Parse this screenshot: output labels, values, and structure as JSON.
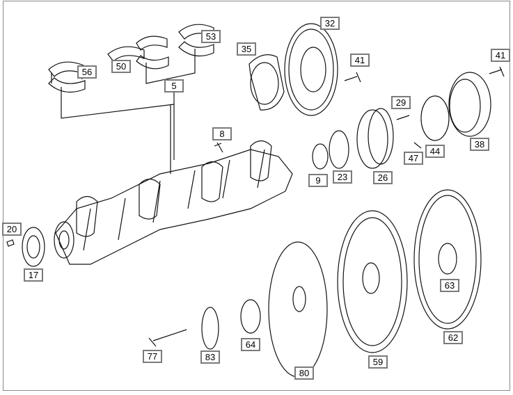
{
  "diagram": {
    "callouts": [
      {
        "id": "c-56",
        "label": "56"
      },
      {
        "id": "c-50",
        "label": "50"
      },
      {
        "id": "c-53",
        "label": "53"
      },
      {
        "id": "c-5",
        "label": "5"
      },
      {
        "id": "c-35",
        "label": "35"
      },
      {
        "id": "c-32",
        "label": "32"
      },
      {
        "id": "c-41a",
        "label": "41"
      },
      {
        "id": "c-41b",
        "label": "41"
      },
      {
        "id": "c-8",
        "label": "8"
      },
      {
        "id": "c-29",
        "label": "29"
      },
      {
        "id": "c-44",
        "label": "44"
      },
      {
        "id": "c-47",
        "label": "47"
      },
      {
        "id": "c-38",
        "label": "38"
      },
      {
        "id": "c-9",
        "label": "9"
      },
      {
        "id": "c-23",
        "label": "23"
      },
      {
        "id": "c-26",
        "label": "26"
      },
      {
        "id": "c-20",
        "label": "20"
      },
      {
        "id": "c-17",
        "label": "17"
      },
      {
        "id": "c-63",
        "label": "63"
      },
      {
        "id": "c-62",
        "label": "62"
      },
      {
        "id": "c-77",
        "label": "77"
      },
      {
        "id": "c-83",
        "label": "83"
      },
      {
        "id": "c-64",
        "label": "64"
      },
      {
        "id": "c-80",
        "label": "80"
      },
      {
        "id": "c-59",
        "label": "59"
      }
    ]
  }
}
